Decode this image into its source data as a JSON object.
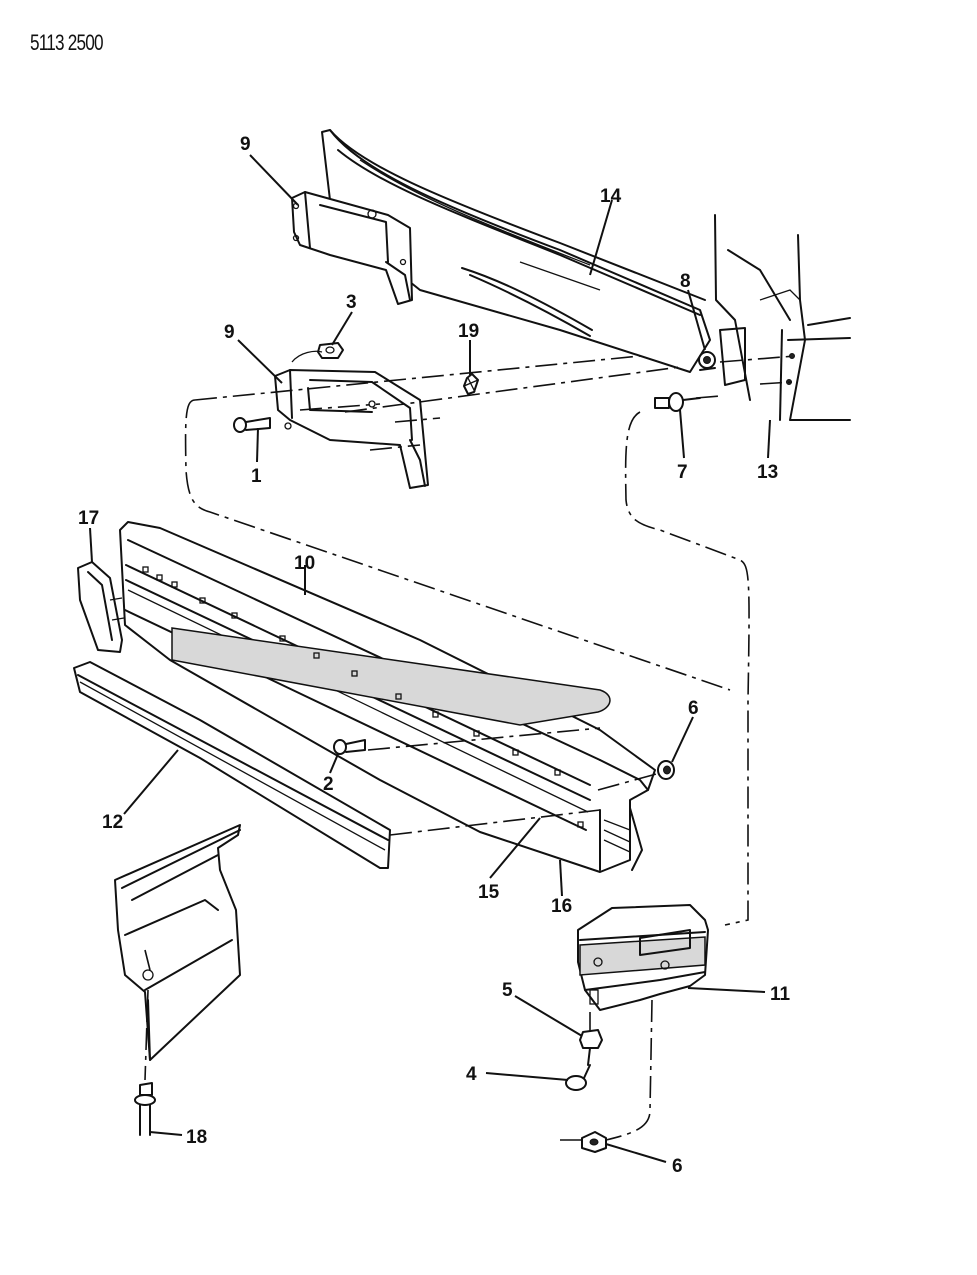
{
  "document": {
    "number": "5113 2500"
  },
  "callouts": [
    {
      "id": "c9a",
      "label": "9"
    },
    {
      "id": "c14",
      "label": "14"
    },
    {
      "id": "c8",
      "label": "8"
    },
    {
      "id": "c3",
      "label": "3"
    },
    {
      "id": "c9b",
      "label": "9"
    },
    {
      "id": "c19",
      "label": "19"
    },
    {
      "id": "c1",
      "label": "1"
    },
    {
      "id": "c7",
      "label": "7"
    },
    {
      "id": "c13",
      "label": "13"
    },
    {
      "id": "c17",
      "label": "17"
    },
    {
      "id": "c10",
      "label": "10"
    },
    {
      "id": "c6a",
      "label": "6"
    },
    {
      "id": "c2",
      "label": "2"
    },
    {
      "id": "c12",
      "label": "12"
    },
    {
      "id": "c15",
      "label": "15"
    },
    {
      "id": "c16",
      "label": "16"
    },
    {
      "id": "c11",
      "label": "11"
    },
    {
      "id": "c5",
      "label": "5"
    },
    {
      "id": "c4",
      "label": "4"
    },
    {
      "id": "c18",
      "label": "18"
    },
    {
      "id": "c6b",
      "label": "6"
    }
  ]
}
